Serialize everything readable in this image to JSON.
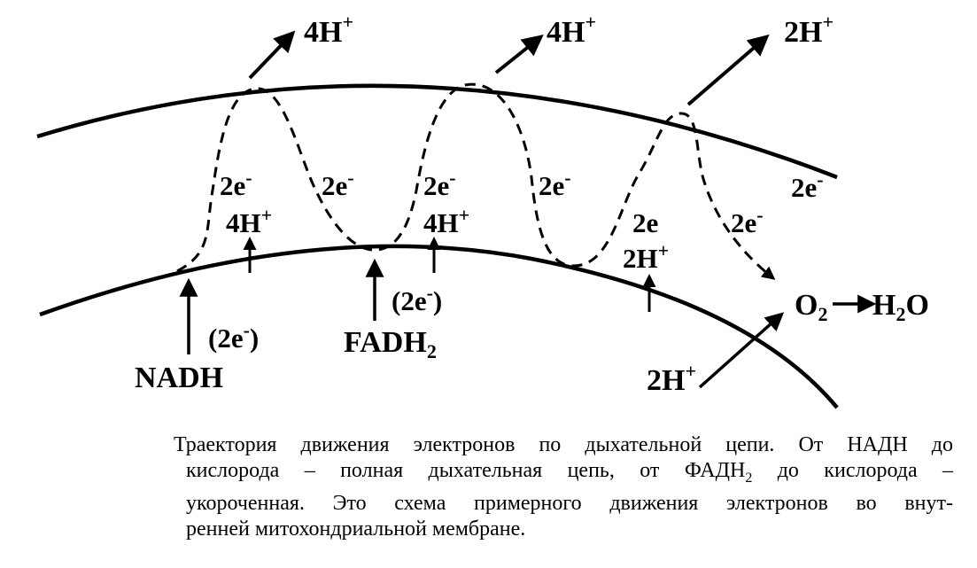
{
  "diagram": {
    "top_outputs": [
      "4H",
      "4H",
      "2H"
    ],
    "top_output_charge": "+",
    "electron_labels": [
      "2e",
      "2e",
      "2e",
      "2e",
      "2e",
      "2e",
      "2e"
    ],
    "electron_charge": "-",
    "inner_protons": [
      "4H",
      "4H",
      "2H"
    ],
    "inner_proton_charge": "+",
    "nadh": "NADH",
    "nadh_electrons": "(2e",
    "fadh_base": "FADH",
    "fadh_sub": "2",
    "fadh_electrons": "(2e",
    "paren_close": ")",
    "oxygen": "O",
    "oxygen_sub": "2",
    "water_a": "H",
    "water_sub": "2",
    "water_b": "O",
    "matrix_protons": "2H",
    "matrix_charge": "+"
  },
  "caption": {
    "line1": "Траектория движения электронов по дыхательной цепи. От НАДН до",
    "line2_a": "кислорода – полная дыхательная цепь, от ФАДН",
    "line2_sub": "2",
    "line2_b": " до кислорода –",
    "line3": "укороченная. Это схема примерного движения электронов во внут-",
    "line4": "ренней митохондриальной мембране."
  }
}
